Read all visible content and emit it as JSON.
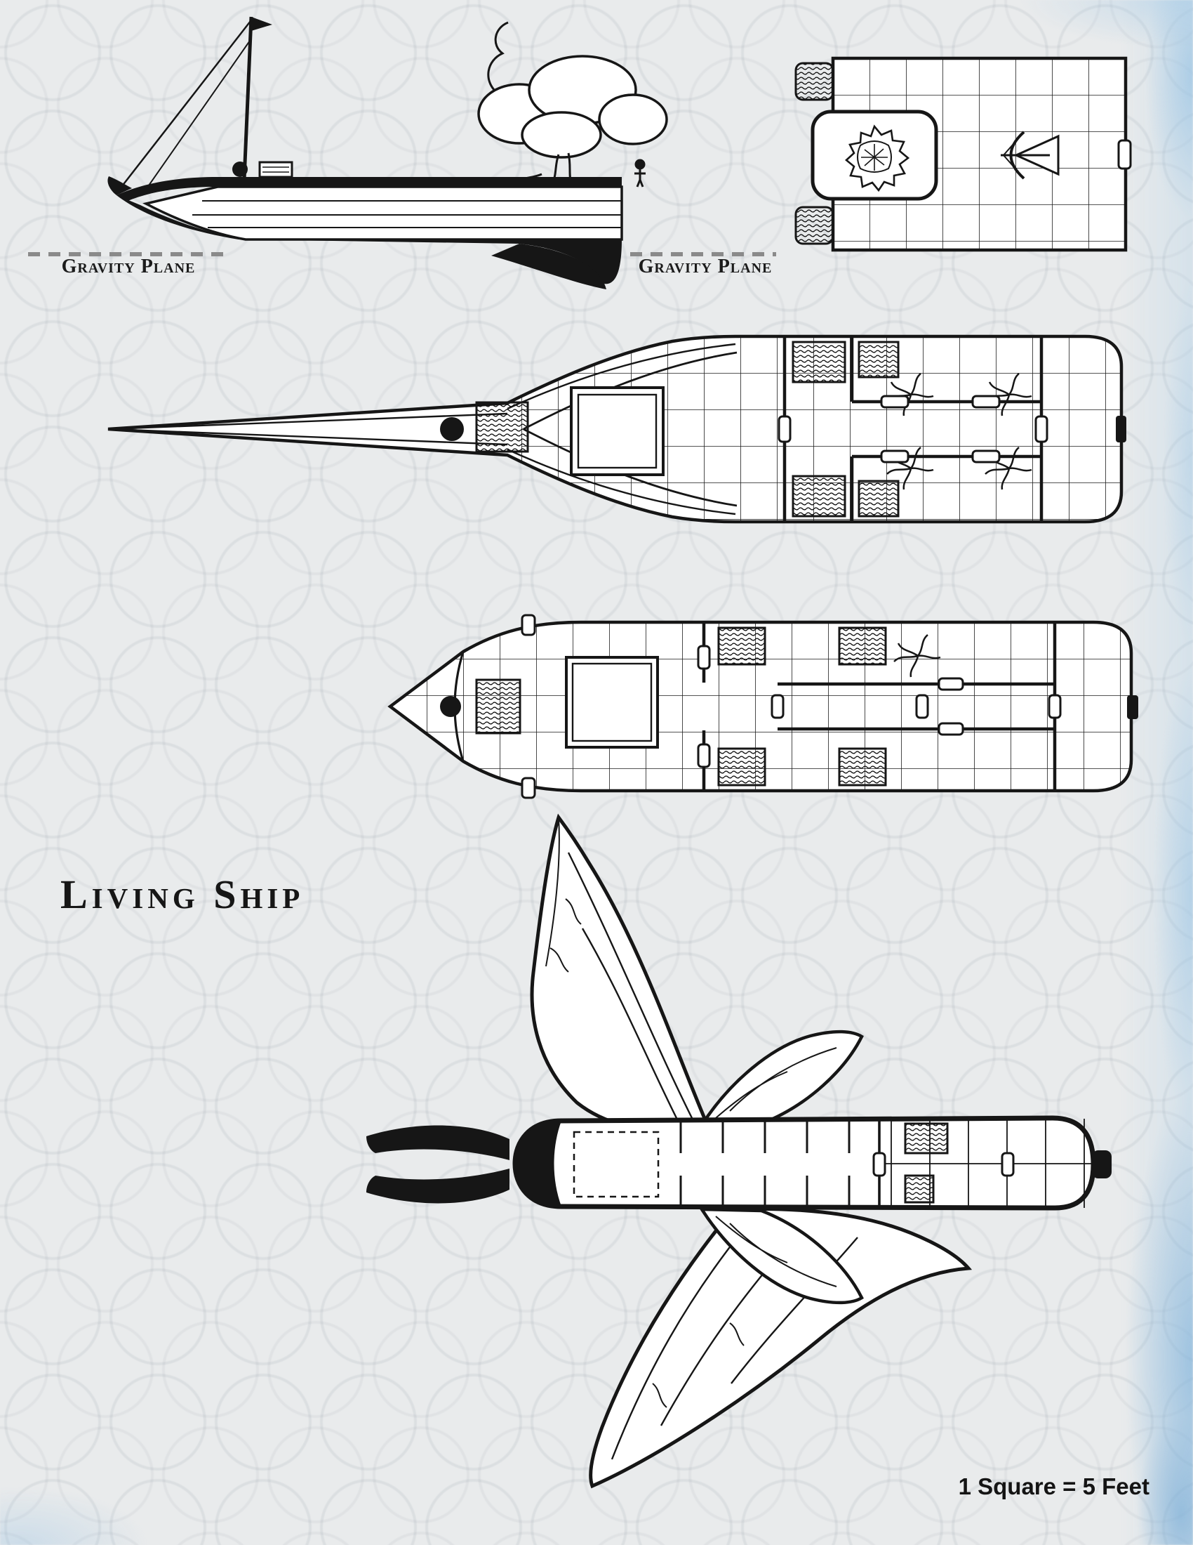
{
  "page": {
    "title": "Living Ship",
    "scale_note": "1 Square = 5 Feet"
  },
  "labels": {
    "gravity_plane_left": "Gravity Plane",
    "gravity_plane_right": "Gravity Plane"
  },
  "views": {
    "side_elevation": "side-elevation-of-living-ship",
    "aft_deck": "aft-deck-plan-with-creature-and-ballista",
    "main_deck": "main-deck-plan",
    "lower_deck": "lower-deck-plan",
    "exterior": "exterior-top-view-with-wings"
  },
  "colors": {
    "ink": "#161616",
    "paper": "#e9ebec",
    "marbling": "#9cc3e0",
    "gravity_line": "#8a8a8a"
  }
}
